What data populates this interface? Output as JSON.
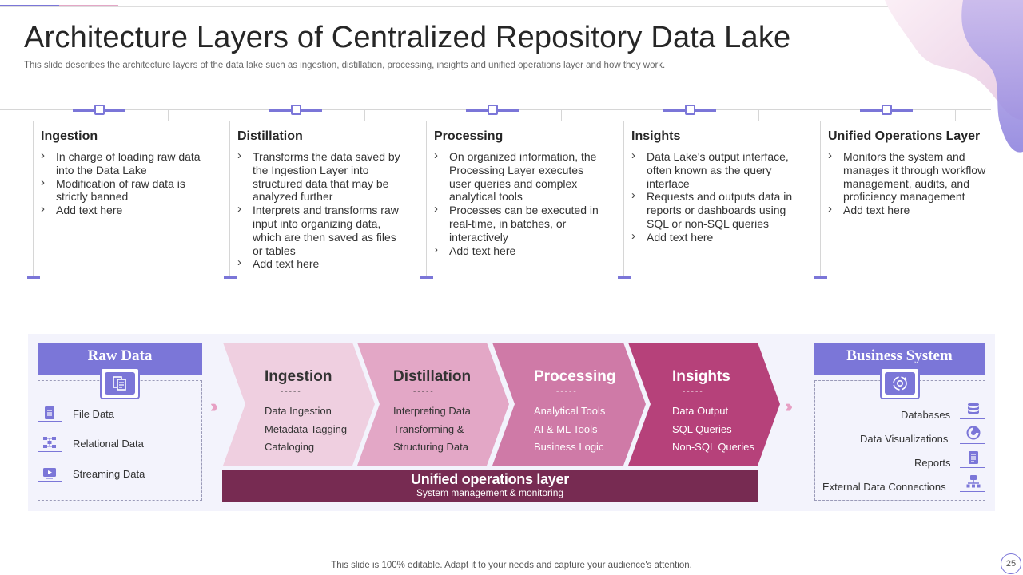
{
  "header": {
    "title": "Architecture Layers of Centralized Repository Data Lake",
    "subtitle": "This slide describes the architecture layers of the data lake such as ingestion, distillation, processing, insights and unified operations layer and how they work."
  },
  "columns": [
    {
      "title": "Ingestion",
      "bullets": [
        "In charge of loading raw data into the Data Lake",
        "Modification of raw data is strictly banned",
        "Add text here"
      ]
    },
    {
      "title": "Distillation",
      "bullets": [
        "Transforms the data saved by the Ingestion Layer into structured data that may be analyzed further",
        "Interprets and transforms raw input into organizing data, which are then saved as files or tables",
        "Add text here"
      ]
    },
    {
      "title": "Processing",
      "bullets": [
        "On organized information, the Processing Layer executes user queries and complex analytical tools",
        "Processes can be executed in real-time, in batches, or interactively",
        "Add text here"
      ]
    },
    {
      "title": "Insights",
      "bullets": [
        "Data Lake's output interface, often known as the query interface",
        "Requests and outputs data in reports or dashboards using SQL or non-SQL queries",
        "Add text here"
      ]
    },
    {
      "title": "Unified Operations Layer",
      "bullets": [
        "Monitors the system and manages it through workflow management, audits, and proficiency management",
        "Add text here"
      ]
    }
  ],
  "raw_data": {
    "title": "Raw Data",
    "items": [
      {
        "label": "File Data",
        "icon": "file-icon"
      },
      {
        "label": "Relational Data",
        "icon": "relational-icon"
      },
      {
        "label": "Streaming Data",
        "icon": "streaming-icon"
      }
    ]
  },
  "stages": [
    {
      "title": "Ingestion",
      "dash": "-----",
      "lines": [
        "Data Ingestion",
        "Metadata Tagging",
        "Cataloging"
      ],
      "fill": "#efcfe0",
      "text": "#333333"
    },
    {
      "title": "Distillation",
      "dash": "-----",
      "lines": [
        "Interpreting  Data",
        "Transforming  &",
        "Structuring Data"
      ],
      "fill": "#e3a7c6",
      "text": "#333333"
    },
    {
      "title": "Processing",
      "dash": "-----",
      "lines": [
        "Analytical Tools",
        "AI & ML Tools",
        "Business Logic"
      ],
      "fill": "#cf7aa7",
      "text": "#ffffff"
    },
    {
      "title": "Insights",
      "dash": "-----",
      "lines": [
        "Data Output",
        "SQL Queries",
        "Non-SQL  Queries"
      ],
      "fill": "#b6417a",
      "text": "#ffffff"
    }
  ],
  "arrows": "›››",
  "ops": {
    "title": "Unified operations layer",
    "subtitle": "System management  & monitoring"
  },
  "business_system": {
    "title": "Business System",
    "items": [
      {
        "label": "Databases",
        "icon": "database-icon"
      },
      {
        "label": "Data Visualizations",
        "icon": "visualization-icon"
      },
      {
        "label": "Reports",
        "icon": "report-icon"
      },
      {
        "label": "External Data Connections",
        "icon": "network-icon"
      }
    ]
  },
  "footer": {
    "text": "This slide is 100% editable. Adapt it to your needs and capture your audience's attention.",
    "page_number": "25"
  },
  "colors": {
    "accent": "#7b76d8",
    "ops_bar": "#772b52"
  }
}
